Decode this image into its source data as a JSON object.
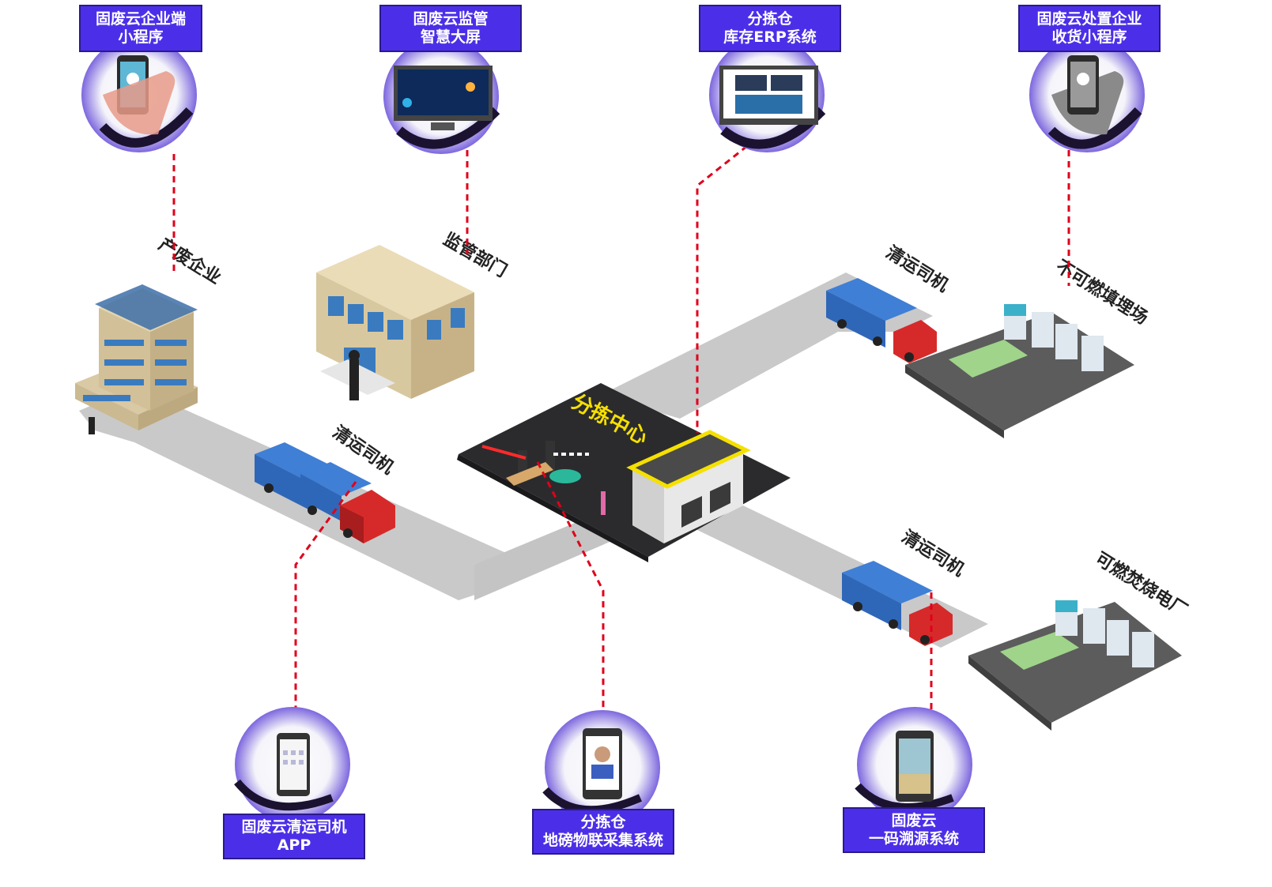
{
  "top_labels": [
    {
      "line1": "固废云企业端",
      "line2": "小程序"
    },
    {
      "line1": "固废云监管",
      "line2": "智慧大屏"
    },
    {
      "line1": "分拣仓",
      "line2": "库存ERP系统"
    },
    {
      "line1": "固废云处置企业",
      "line2": "收货小程序"
    }
  ],
  "bottom_labels": [
    {
      "line1": "固废云清运司机",
      "line2": "APP"
    },
    {
      "line1": "分拣仓",
      "line2": "地磅物联采集系统"
    },
    {
      "line1": "固废云",
      "line2": "一码溯源系统"
    }
  ],
  "scene_labels": {
    "producer": "产废企业",
    "regulator": "监管部门",
    "driver_left": "清运司机",
    "driver_top_right": "清运司机",
    "driver_bottom_right": "清运司机",
    "sorting_center": "分拣中心",
    "landfill": "不可燃填埋场",
    "power_plant": "可燃焚烧电厂"
  },
  "colors": {
    "label_bg": "#4b2fe8",
    "road": "#c9c9c9",
    "connector": "#e0001a",
    "sorting_text": "#f5e000"
  }
}
